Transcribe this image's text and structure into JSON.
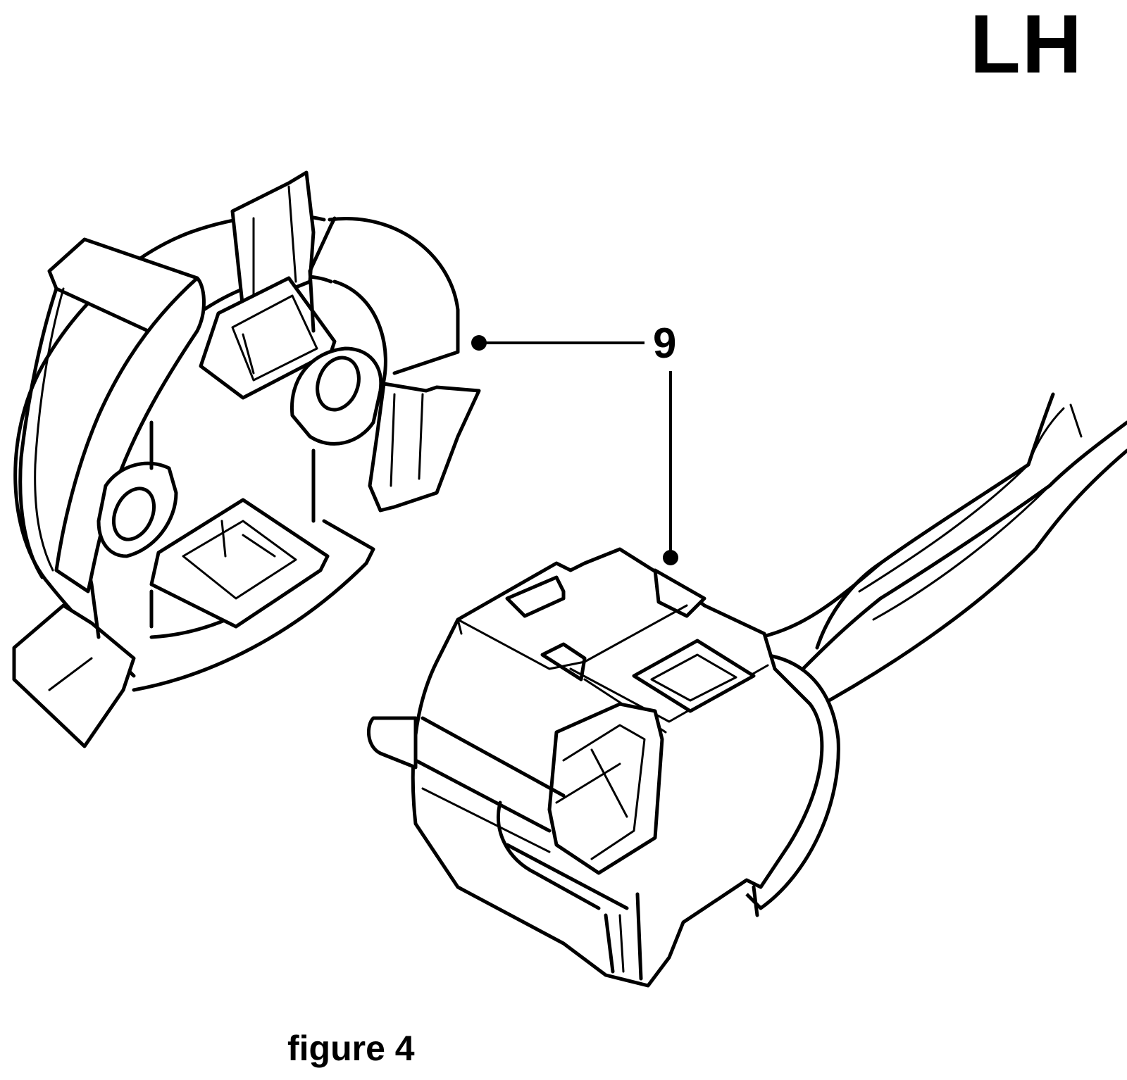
{
  "header": {
    "side_label": "LH"
  },
  "callout": {
    "number": "9"
  },
  "caption": {
    "text": "figure 4"
  }
}
